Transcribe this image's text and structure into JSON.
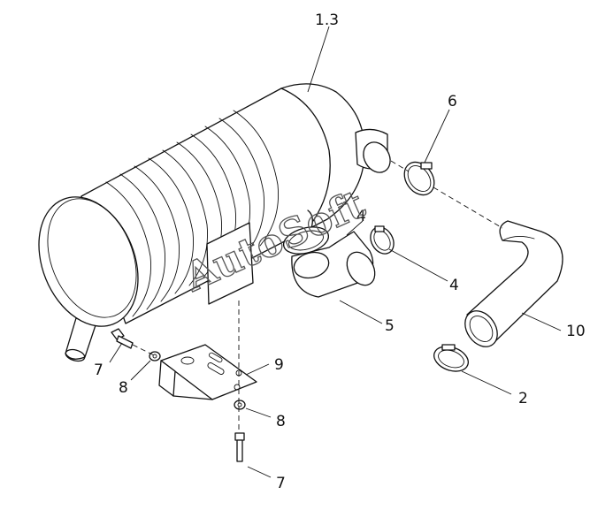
{
  "callouts": {
    "c13": "1.3",
    "c6": "6",
    "c4a": "4",
    "c4b": "4",
    "c5": "5",
    "c10": "10",
    "c2": "2",
    "c9": "9",
    "c7a": "7",
    "c8a": "8",
    "c8b": "8",
    "c7b": "7"
  },
  "watermark": "AutoSoft"
}
